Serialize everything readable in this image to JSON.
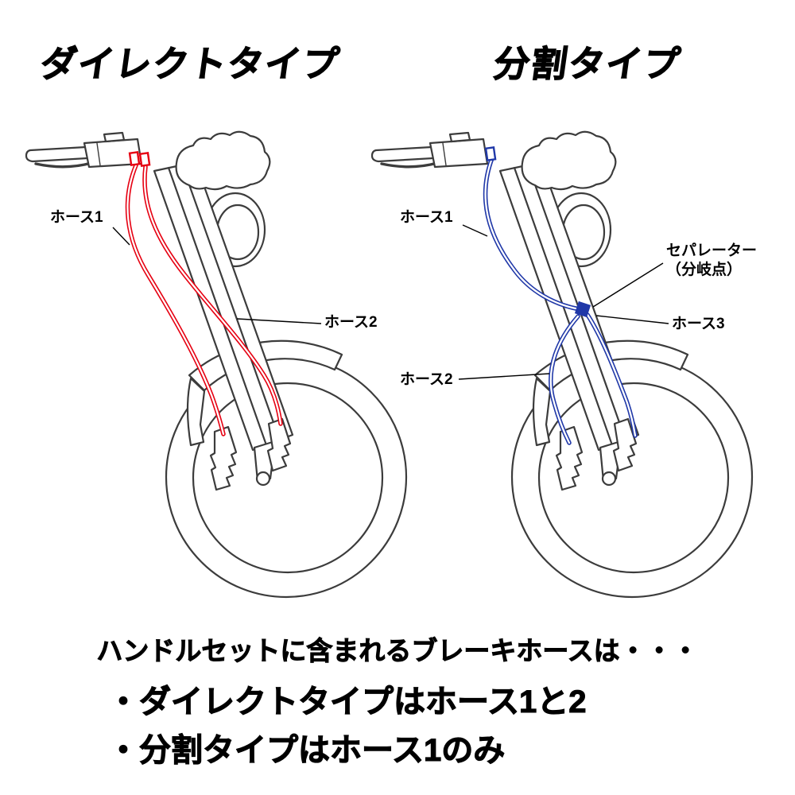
{
  "headings": {
    "direct": "ダイレクトタイプ",
    "split": "分割タイプ"
  },
  "labels": {
    "direct": {
      "hose1": "ホース1",
      "hose2": "ホース2"
    },
    "split": {
      "hose1": "ホース1",
      "hose2": "ホース2",
      "hose3": "ホース3",
      "separator_line1": "セパレーター",
      "separator_line2": "（分岐点）"
    }
  },
  "footer": {
    "intro": "ハンドルセットに含まれるブレーキホースは・・・",
    "bullet_direct": "・ダイレクトタイプはホース1と2",
    "bullet_split": "・分割タイプはホース1のみ"
  },
  "colors": {
    "direct_hose": "#e60012",
    "split_hose": "#2038a8",
    "line_art": "#3c3c3c",
    "text": "#000000"
  }
}
